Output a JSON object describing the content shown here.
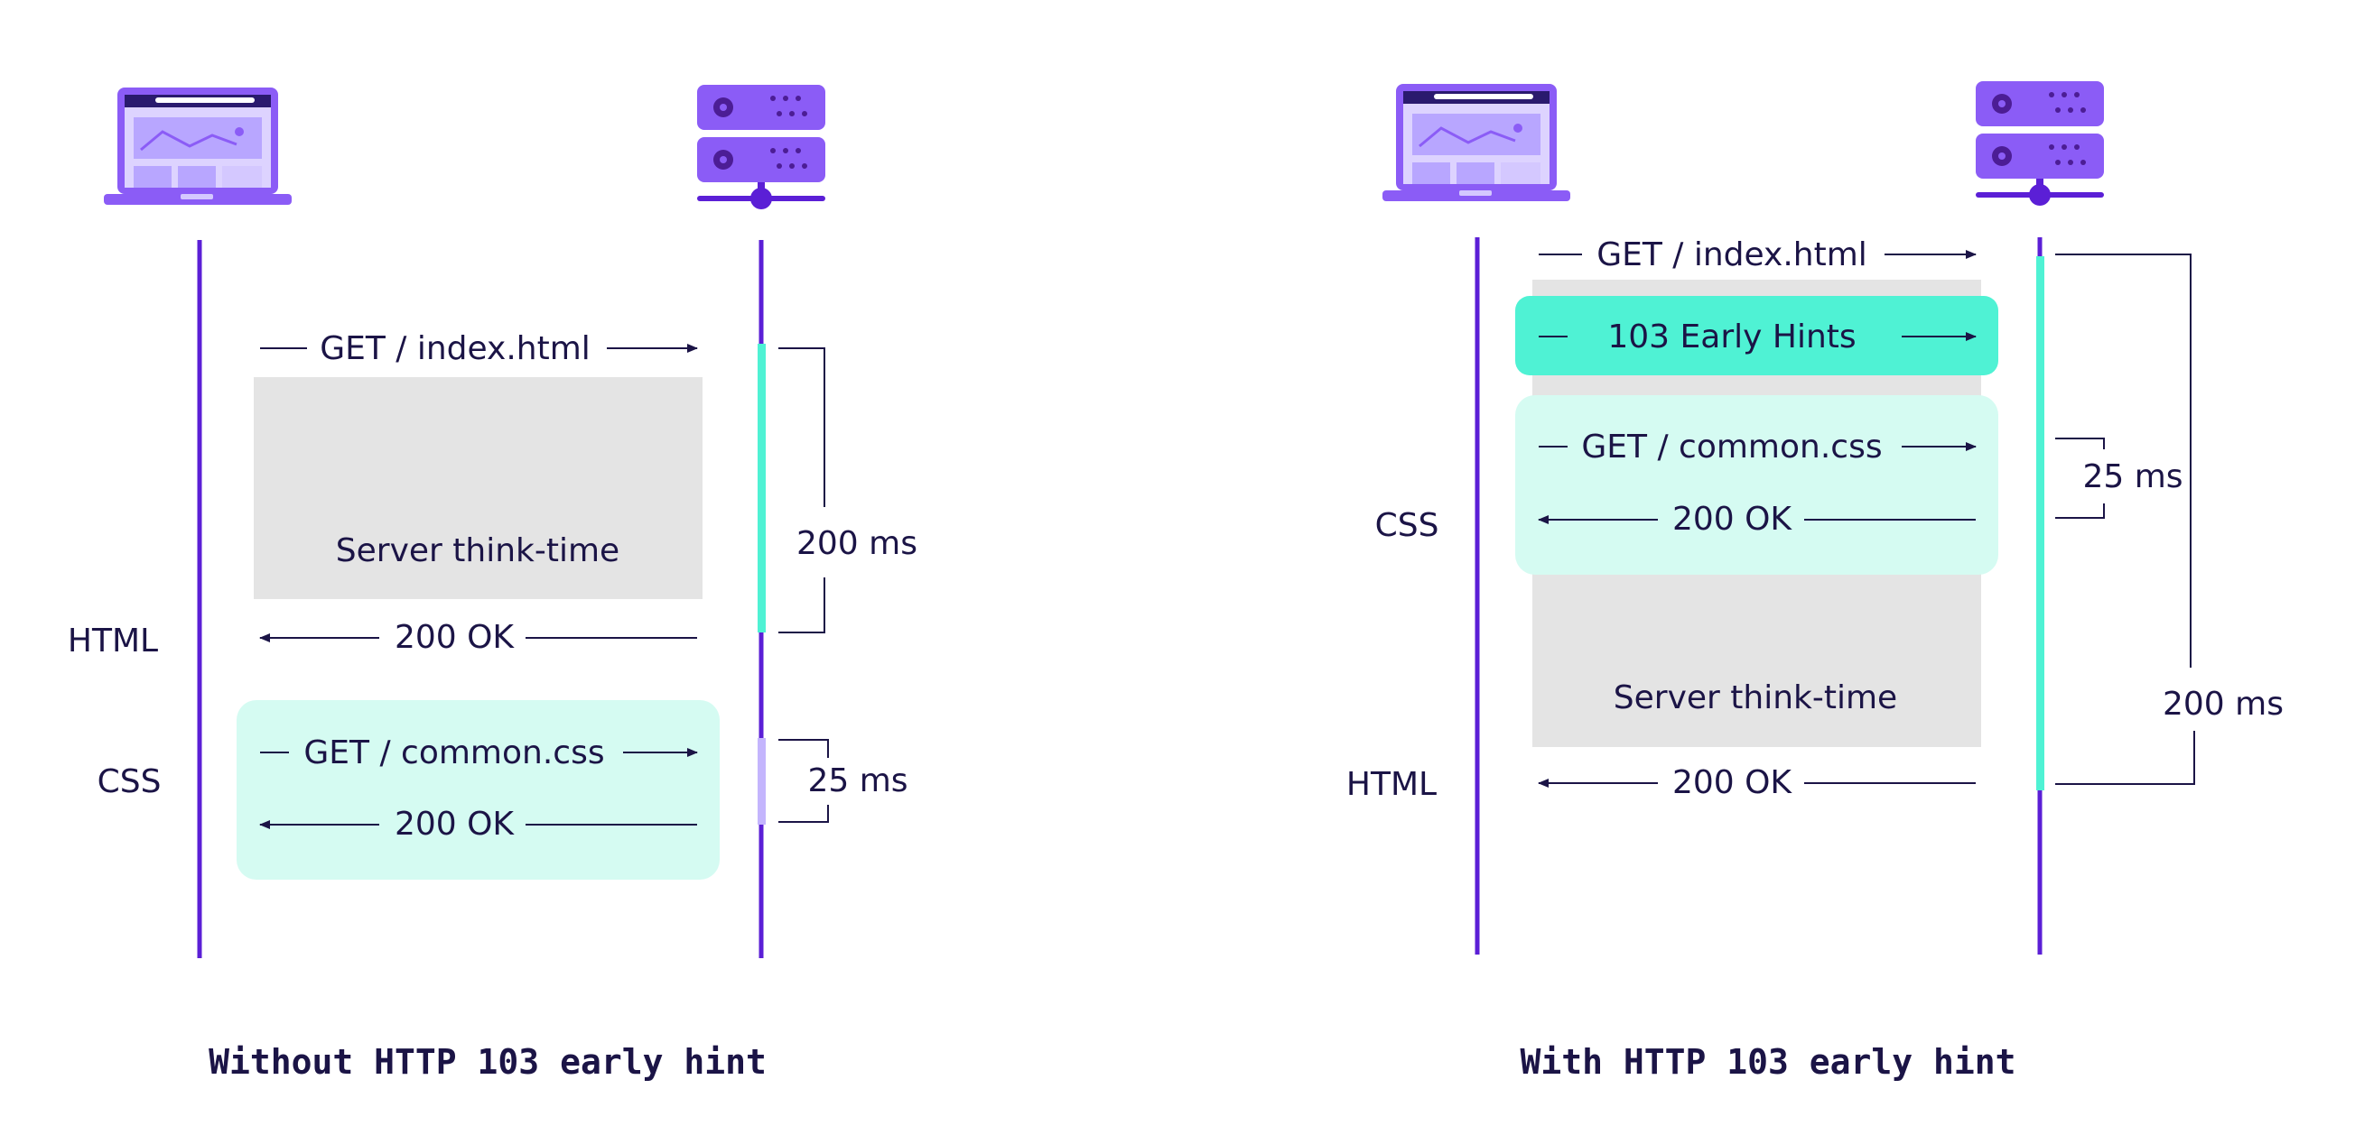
{
  "left": {
    "request_html": "GET / index.html",
    "think": "Server think-time",
    "ok_html": "200 OK",
    "request_css": "GET / common.css",
    "ok_css": "200 OK",
    "dur_html": "200 ms",
    "dur_css": "25 ms",
    "label_html": "HTML",
    "label_css": "CSS",
    "caption": "Without HTTP 103 early hint"
  },
  "right": {
    "request_html": "GET / index.html",
    "early_hints": "103 Early Hints",
    "request_css": "GET / common.css",
    "ok_css": "200 OK",
    "think": "Server think-time",
    "ok_html": "200 OK",
    "dur_css": "25 ms",
    "dur_html": "200 ms",
    "label_css": "CSS",
    "label_html": "HTML",
    "caption": "With HTTP 103 early hint"
  },
  "colors": {
    "lifeline": "#5b1fd6",
    "accent_teal": "#4ff2d4",
    "light_teal": "#d5fbf2",
    "think_gray": "#e4e4e4",
    "ink": "#1b1446",
    "icon_purple": "#8b5cf6"
  }
}
